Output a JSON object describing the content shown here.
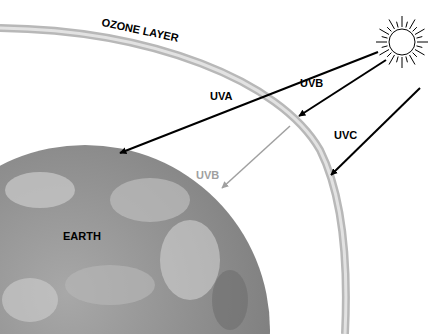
{
  "diagram": {
    "nodes": [
      {
        "text": [
          "OZONE LAYER"
        ]
      },
      {
        "text": [
          "EARTH"
        ]
      }
    ],
    "labels": [
      "UVA",
      "UVB",
      "UVB",
      "UVC"
    ]
  }
}
